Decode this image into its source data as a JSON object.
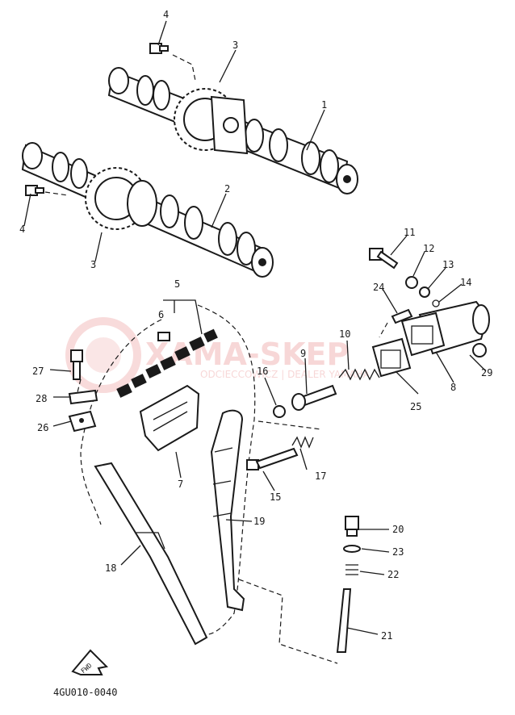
{
  "watermark": {
    "brand": "XAMA-SKEP",
    "subtitle": "ODCIECCOWICZ | DEALER YAMAHA",
    "color": "#f2b8b8"
  },
  "diagram": {
    "code": "4GU010-0040",
    "fwd_label": "FWD",
    "parts": {
      "p1": "1",
      "p2": "2",
      "p3a": "3",
      "p3b": "3",
      "p4a": "4",
      "p4b": "4",
      "p5": "5",
      "p6": "6",
      "p7": "7",
      "p8": "8",
      "p9": "9",
      "p10": "10",
      "p11": "11",
      "p12": "12",
      "p13": "13",
      "p14": "14",
      "p15": "15",
      "p16": "16",
      "p17": "17",
      "p18": "18",
      "p19": "19",
      "p20": "20",
      "p21": "21",
      "p22": "22",
      "p23": "23",
      "p24": "24",
      "p25": "25",
      "p26": "26",
      "p27": "27",
      "p28": "28",
      "p29": "29"
    }
  }
}
